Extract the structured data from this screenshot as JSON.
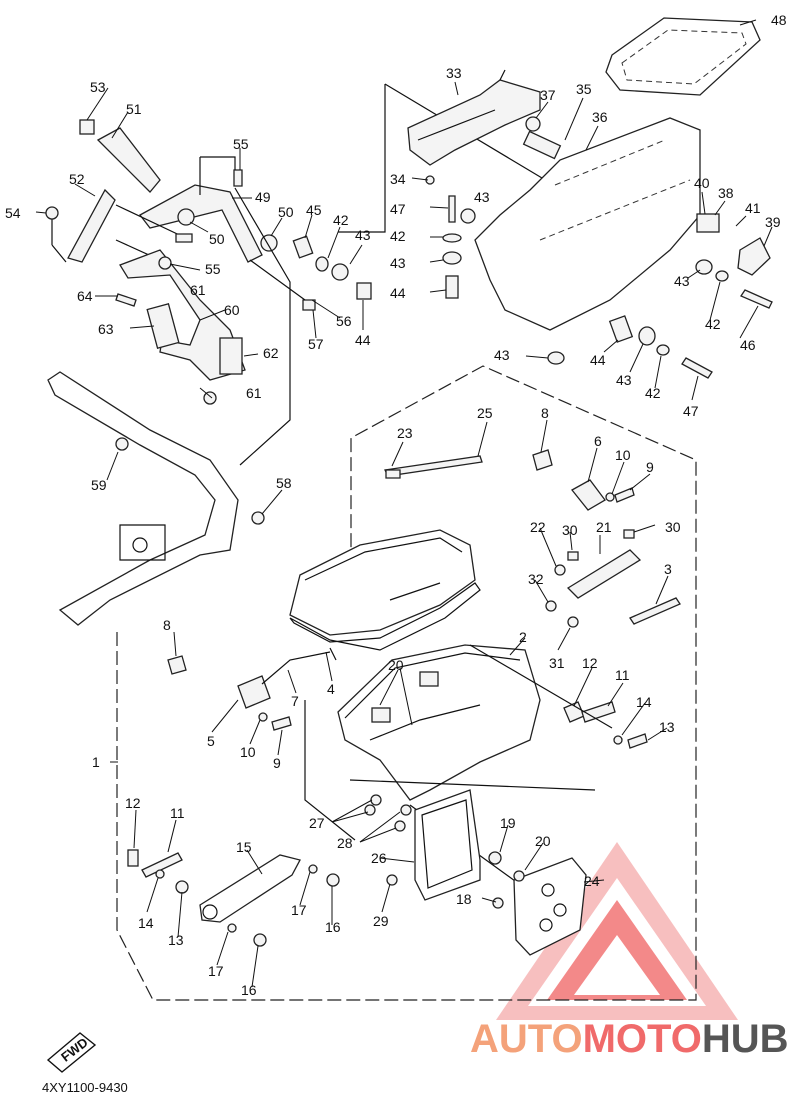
{
  "drawing_code": "4XY1100-9430",
  "fwd_label": "FWD",
  "watermark": {
    "part1": "AUTO",
    "part2": "MOTO",
    "part3": "HUB",
    "color1": "#f4a27a",
    "color2": "#f06a6a",
    "color3": "#555555"
  },
  "callouts": {
    "c1": "1",
    "c2": "2",
    "c3": "3",
    "c4": "4",
    "c5": "5",
    "c6": "6",
    "c7": "7",
    "c8": "8",
    "c8b": "8",
    "c9": "9",
    "c9b": "9",
    "c10": "10",
    "c10b": "10",
    "c11": "11",
    "c11b": "11",
    "c12": "12",
    "c12b": "12",
    "c13": "13",
    "c13b": "13",
    "c14": "14",
    "c14b": "14",
    "c15": "15",
    "c16": "16",
    "c16b": "16",
    "c17": "17",
    "c17b": "17",
    "c18": "18",
    "c19": "19",
    "c20": "20",
    "c20b": "20",
    "c21": "21",
    "c22": "22",
    "c23": "23",
    "c24": "24",
    "c25": "25",
    "c26": "26",
    "c27": "27",
    "c28": "28",
    "c29": "29",
    "c30": "30",
    "c30b": "30",
    "c31": "31",
    "c32": "32",
    "c33": "33",
    "c34": "34",
    "c35": "35",
    "c36": "36",
    "c37": "37",
    "c38": "38",
    "c39": "39",
    "c40": "40",
    "c41": "41",
    "c42": "42",
    "c42b": "42",
    "c42c": "42",
    "c42d": "42",
    "c43": "43",
    "c43b": "43",
    "c43c": "43",
    "c43d": "43",
    "c43e": "43",
    "c43f": "43",
    "c44": "44",
    "c44b": "44",
    "c44c": "44",
    "c45": "45",
    "c46": "46",
    "c47": "47",
    "c47b": "47",
    "c48": "48",
    "c49": "49",
    "c50": "50",
    "c50b": "50",
    "c51": "51",
    "c52": "52",
    "c53": "53",
    "c54": "54",
    "c55": "55",
    "c55b": "55",
    "c56": "56",
    "c57": "57",
    "c58": "58",
    "c59": "59",
    "c60": "60",
    "c61": "61",
    "c61b": "61",
    "c62": "62",
    "c63": "63",
    "c64": "64"
  }
}
